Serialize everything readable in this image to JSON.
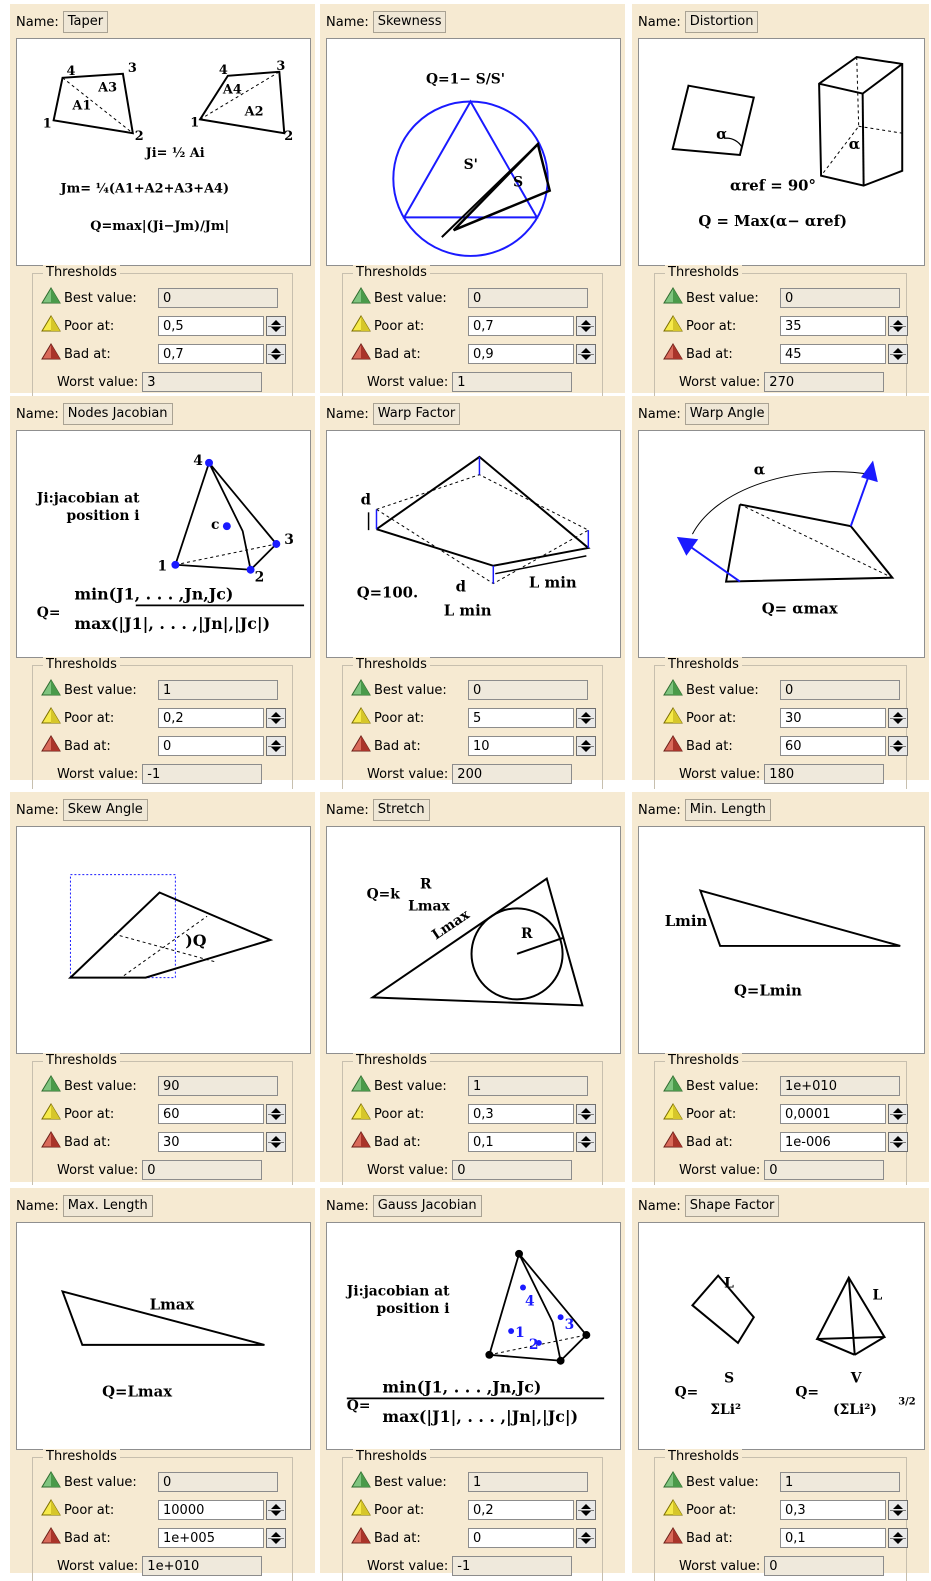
{
  "name_label": "Name:",
  "thresholds_label": "Thresholds",
  "labels": {
    "best": "Best value:",
    "poor": "Poor at:",
    "bad": "Bad at:",
    "worst": "Worst value:"
  },
  "panels": [
    {
      "name": "Taper",
      "best": "0",
      "poor": "0,5",
      "bad": "0,7",
      "worst": "3"
    },
    {
      "name": "Skewness",
      "best": "0",
      "poor": "0,7",
      "bad": "0,9",
      "worst": "1"
    },
    {
      "name": "Distortion",
      "best": "0",
      "poor": "35",
      "bad": "45",
      "worst": "270"
    },
    {
      "name": "Nodes Jacobian",
      "best": "1",
      "poor": "0,2",
      "bad": "0",
      "worst": "-1"
    },
    {
      "name": "Warp Factor",
      "best": "0",
      "poor": "5",
      "bad": "10",
      "worst": "200"
    },
    {
      "name": "Warp Angle",
      "best": "0",
      "poor": "30",
      "bad": "60",
      "worst": "180"
    },
    {
      "name": "Skew Angle",
      "best": "90",
      "poor": "60",
      "bad": "30",
      "worst": "0"
    },
    {
      "name": "Stretch",
      "best": "1",
      "poor": "0,3",
      "bad": "0,1",
      "worst": "0"
    },
    {
      "name": "Min. Length",
      "best": "1e+010",
      "poor": "0,0001",
      "bad": "1e-006",
      "worst": "0"
    },
    {
      "name": "Max. Length",
      "best": "0",
      "poor": "10000",
      "bad": "1e+005",
      "worst": "1e+010"
    },
    {
      "name": "Gauss Jacobian",
      "best": "1",
      "poor": "0,2",
      "bad": "0",
      "worst": "-1"
    },
    {
      "name": "Shape Factor",
      "best": "1",
      "poor": "0,3",
      "bad": "0,1",
      "worst": "0"
    }
  ],
  "figures": {
    "taper": {
      "n1": "1",
      "n2": "2",
      "n3": "3",
      "n4": "4",
      "a1": "A1",
      "a2": "A2",
      "a3": "A3",
      "a4": "A4",
      "f1": "Ji= ½ Ai",
      "f2": "Jm= ¼(A1+A2+A3+A4)",
      "f3": "Q=max|(Ji−Jm)/Jm|"
    },
    "skewness": {
      "formula": "Q=1− S/S'",
      "s_prime": "S'",
      "s": "S"
    },
    "distortion": {
      "alpha": "α",
      "ref": "αref = 90°",
      "formula": "Q = Max(α− αref)"
    },
    "nodes_jacobian": {
      "label1": "Ji:jacobian at",
      "label2": "position i",
      "c": "c",
      "n1": "1",
      "n2": "2",
      "n3": "3",
      "n4": "4",
      "num": "min(J1, . . . ,Jn,Jc)",
      "den": "max(|J1|, . . . ,|Jn|,|Jc|)",
      "q": "Q="
    },
    "warp_factor": {
      "d": "d",
      "lmin": "L min",
      "formula": "Q=100.",
      "num": "d",
      "den": "L min"
    },
    "warp_angle": {
      "alpha": "α",
      "formula": "Q= αmax"
    },
    "skew_angle": {
      "q": ")Q"
    },
    "stretch": {
      "formula": "Q=k",
      "num": "R",
      "den": "Lmax",
      "lmax": "Lmax",
      "r": "R"
    },
    "min_length": {
      "lmin": "Lmin",
      "formula": "Q=Lmin"
    },
    "max_length": {
      "lmax": "Lmax",
      "formula": "Q=Lmax"
    },
    "gauss_jacobian": {
      "label1": "Ji:jacobian at",
      "label2": "position i",
      "n1": "1",
      "n2": "2",
      "n3": "3",
      "n4": "4",
      "num": "min(J1, . . . ,Jn,Jc)",
      "den": "max(|J1|, . . . ,|Jn|,|Jc|)",
      "q": "Q="
    },
    "shape_factor": {
      "l": "L",
      "q1": "Q=",
      "s": "S",
      "sum1": "ΣLi²",
      "q2": "Q=",
      "v": "V",
      "sum2": "(ΣLi²)",
      "exp": "3/2"
    }
  }
}
